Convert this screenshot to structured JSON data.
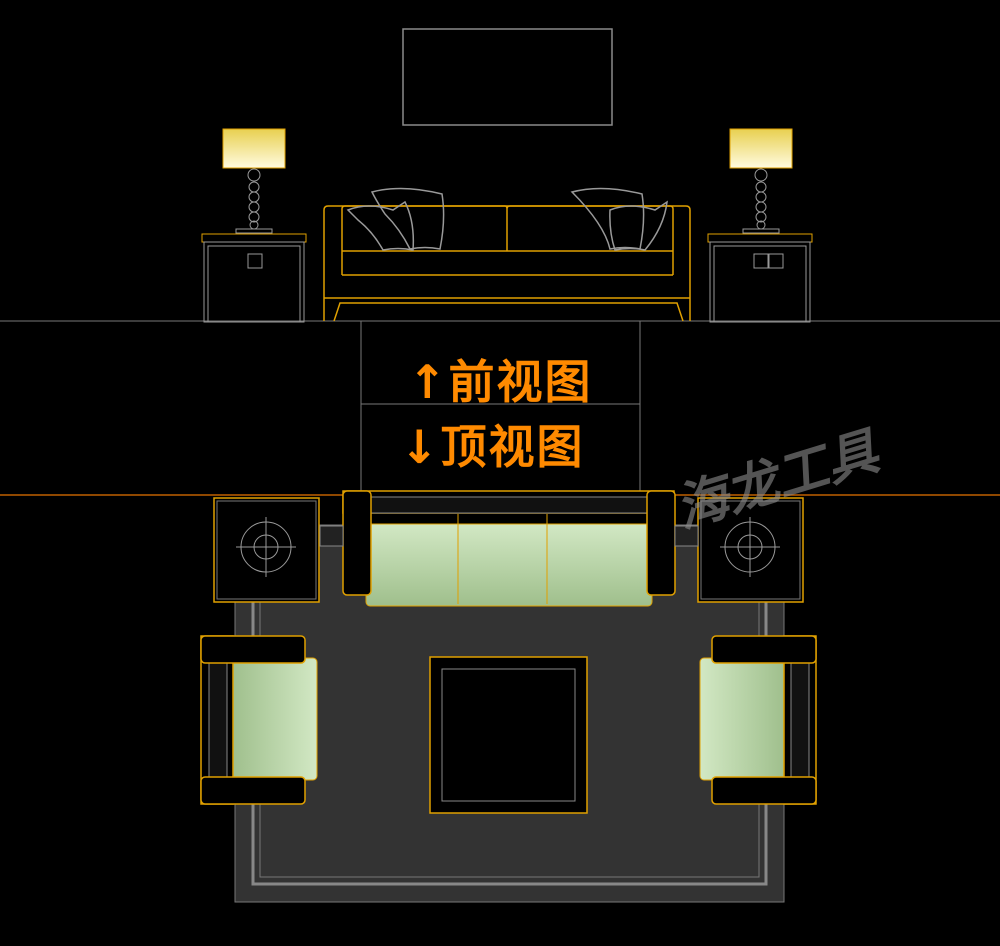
{
  "labels": {
    "front_view": "前视图",
    "top_view": "顶视图",
    "up_arrow": "↑",
    "down_arrow": "↓"
  },
  "watermark": "海龙工具",
  "colors": {
    "furniture_outline": "#e0a000",
    "line_gray": "#8a8a8a",
    "label_orange": "#ff8a00",
    "divider_orange": "#c06000",
    "rug": "#333333",
    "cushion_green": "#c4ddb6"
  }
}
